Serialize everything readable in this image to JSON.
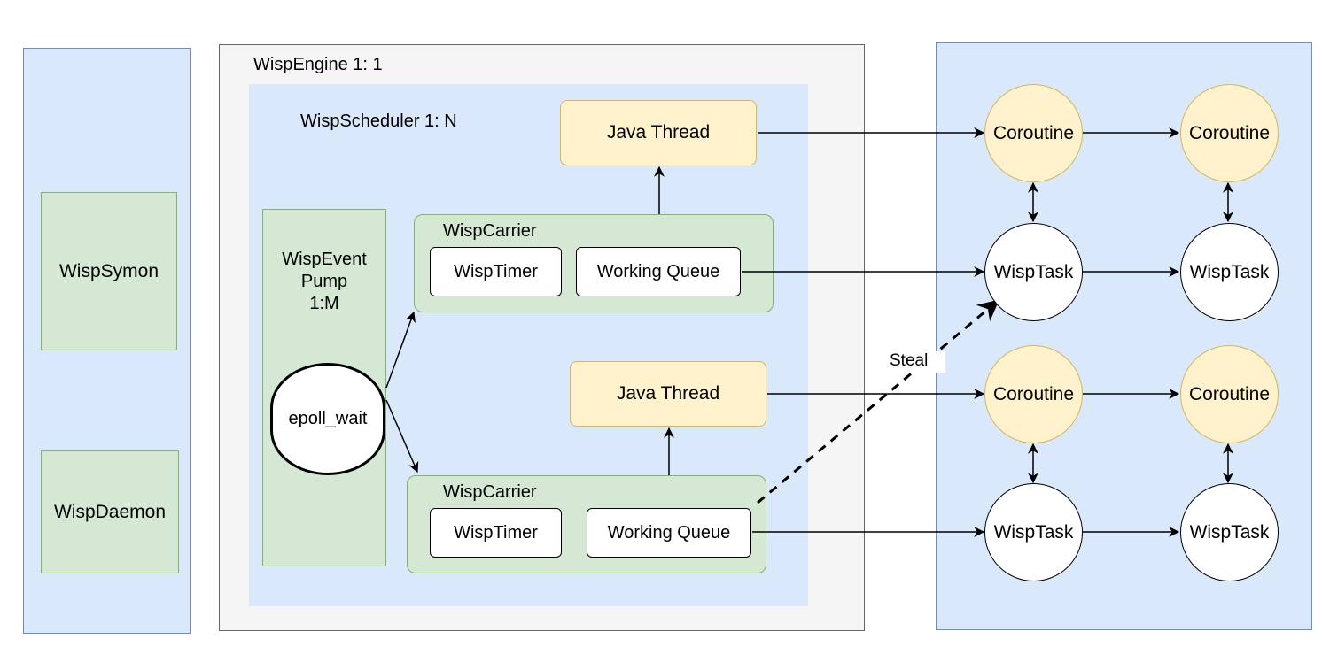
{
  "left_panel": {
    "symon": "WispSymon",
    "daemon": "WispDaemon"
  },
  "engine": {
    "title": "WispEngine  1: 1",
    "scheduler_title": "WispScheduler 1: N",
    "event_pump": {
      "label_line1": "WispEvent",
      "label_line2": "Pump",
      "label_line3": "1:M",
      "epoll": "epoll_wait"
    },
    "threads": [
      {
        "java_thread": "Java Thread",
        "carrier": "WispCarrier",
        "timer": "WispTimer",
        "queue": "Working Queue"
      },
      {
        "java_thread": "Java Thread",
        "carrier": "WispCarrier",
        "timer": "WispTimer",
        "queue": "Working Queue"
      }
    ]
  },
  "right_panel": {
    "coroutines": [
      "Coroutine",
      "Coroutine",
      "Coroutine",
      "Coroutine"
    ],
    "tasks": [
      "WispTask",
      "WispTask",
      "WispTask",
      "WispTask"
    ]
  },
  "steal_label": "Steal",
  "colors": {
    "blue_fill": "#dae8fc",
    "blue_stroke": "#6c8ebf",
    "green_fill": "#d5e8d4",
    "green_stroke": "#82b366",
    "yellow_fill": "#fff2cc",
    "yellow_stroke": "#d6b656",
    "grey_fill": "#f5f5f5"
  }
}
